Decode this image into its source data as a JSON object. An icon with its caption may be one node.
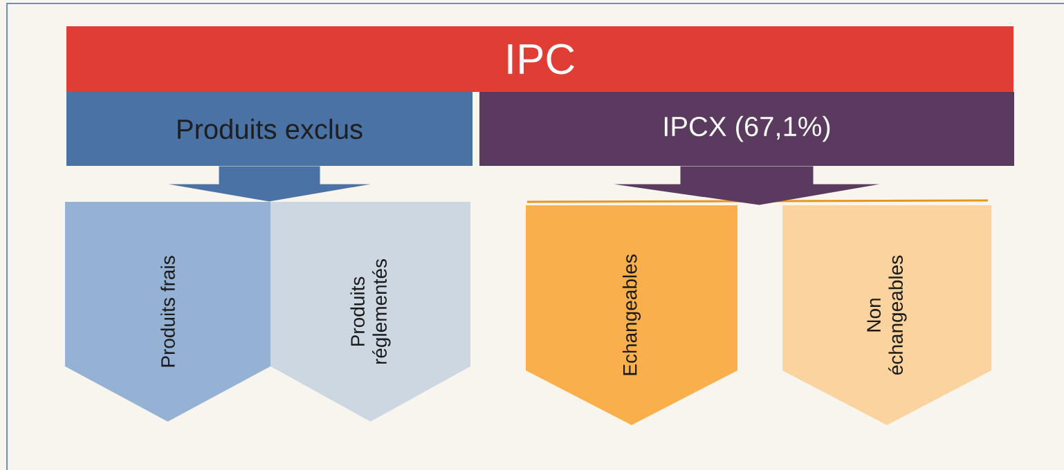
{
  "diagram": {
    "nodes": [
      {
        "text": [
          "IPC"
        ]
      },
      {
        "text": [
          "Produits exclus"
        ]
      },
      {
        "text": [
          "IPCX (67,1%)"
        ]
      },
      {
        "text": [
          "Produits frais"
        ]
      },
      {
        "text": [
          "Produits réglementés"
        ]
      },
      {
        "text": [
          "Echangeables"
        ]
      },
      {
        "text": [
          "Non échangeables"
        ]
      }
    ],
    "edges": [
      {
        "from": 1,
        "to": 3,
        "arrow": "to"
      },
      {
        "from": 1,
        "to": 4,
        "arrow": "to"
      },
      {
        "from": 2,
        "to": 5,
        "arrow": "to"
      },
      {
        "from": 2,
        "to": 6,
        "arrow": "to"
      }
    ]
  }
}
